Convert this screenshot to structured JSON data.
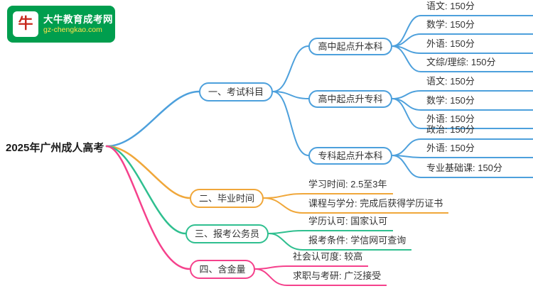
{
  "logo": {
    "brand_short": "牛",
    "site_name": "大牛教育成考网",
    "site_url": "gz-chengkao.com"
  },
  "root": {
    "label": "2025年广州成人高考"
  },
  "colors": {
    "branch_blue": "#4da0dc",
    "branch_orange": "#f0a73a",
    "branch_green": "#2fbf8f",
    "branch_pink": "#f5418c",
    "logo_green": "#009e4e",
    "logo_url_yellow": "#ffe24a",
    "bull_red": "#c7281c"
  },
  "branches": [
    {
      "label": "一、考试科目",
      "children": [
        {
          "label": "高中起点升本科",
          "leaves": [
            "语文: 150分",
            "数学: 150分",
            "外语: 150分",
            "文综/理综: 150分"
          ]
        },
        {
          "label": "高中起点升专科",
          "leaves": [
            "语文: 150分",
            "数学: 150分",
            "外语: 150分"
          ]
        },
        {
          "label": "专科起点升本科",
          "leaves": [
            "政治: 150分",
            "外语: 150分",
            "专业基础课: 150分"
          ]
        }
      ]
    },
    {
      "label": "二、毕业时间",
      "leaves": [
        "学习时间: 2.5至3年",
        "课程与学分: 完成后获得学历证书"
      ]
    },
    {
      "label": "三、报考公务员",
      "leaves": [
        "学历认可: 国家认可",
        "报考条件: 学信网可查询"
      ]
    },
    {
      "label": "四、含金量",
      "leaves": [
        "社会认可度: 较高",
        "求职与考研: 广泛接受"
      ]
    }
  ]
}
